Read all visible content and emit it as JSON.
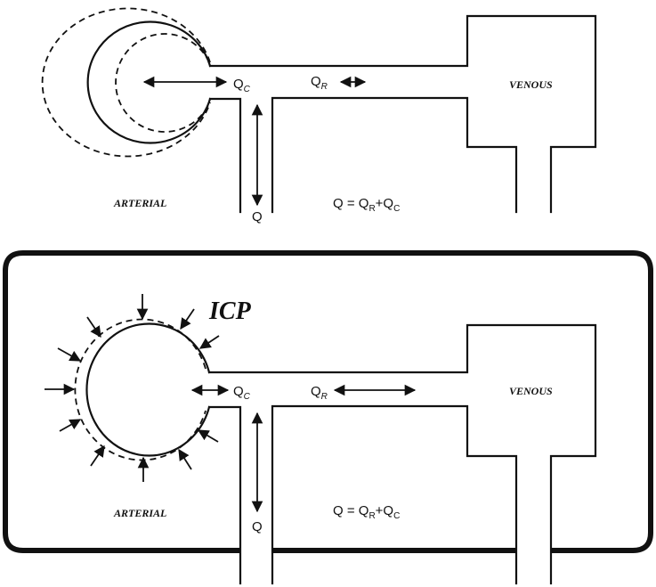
{
  "top_panel": {
    "venous_label": "VENOUS",
    "arterial_label": "ARTERIAL",
    "q_c_label": {
      "base": "Q",
      "sub": "C"
    },
    "q_r_label": {
      "base": "Q",
      "sub": "R"
    },
    "q_label": "Q",
    "equation": {
      "lhs": "Q = Q",
      "sub1": "R",
      "mid": "+Q",
      "sub2": "C"
    }
  },
  "bottom_panel": {
    "icp_label": "ICP",
    "venous_label": "VENOUS",
    "arterial_label": "ARTERIAL",
    "q_c_label": {
      "base": "Q",
      "sub": "C"
    },
    "q_r_label": {
      "base": "Q",
      "sub": "R"
    },
    "q_label": "Q",
    "equation": {
      "lhs": "Q = Q",
      "sub1": "R",
      "mid": "+Q",
      "sub2": "C"
    }
  }
}
